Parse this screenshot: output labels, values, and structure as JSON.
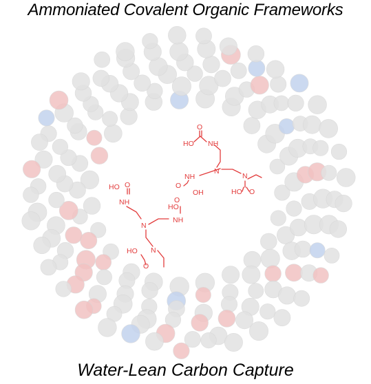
{
  "title_top": "Ammoniated Covalent Organic Frameworks",
  "title_bottom": "Water-Lean Carbon Capture",
  "colors": {
    "atom_gray": "#e2e2e2",
    "atom_red": "#f2c2c2",
    "atom_blue": "#c3d3ee",
    "molecule": "#e23b3b"
  },
  "molecule_labels": {
    "oh": "OH",
    "ho": "HO",
    "o": "O",
    "nh": "NH",
    "n": "N"
  }
}
